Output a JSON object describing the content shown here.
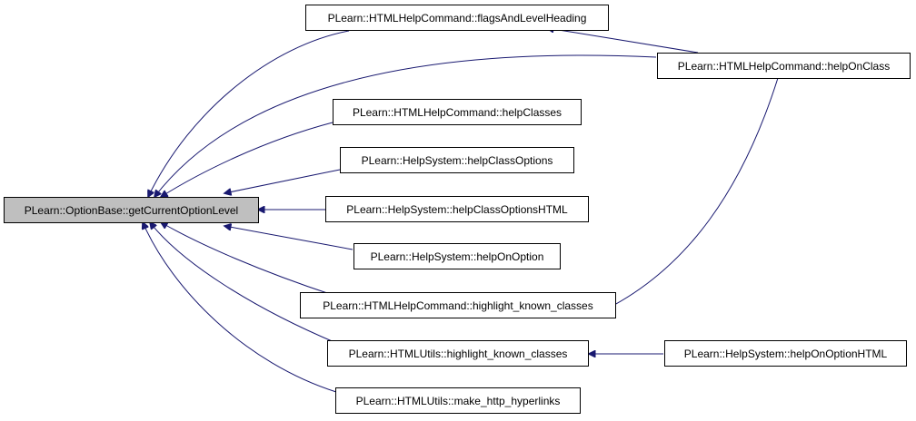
{
  "diagram": {
    "edge_color": "#191970",
    "root_fill": "#bfbfbf",
    "node_fill": "#ffffff",
    "nodes": {
      "root": "PLearn::OptionBase::getCurrentOptionLevel",
      "flags_and_level_heading": "PLearn::HTMLHelpCommand::flagsAndLevelHeading",
      "help_on_class": "PLearn::HTMLHelpCommand::helpOnClass",
      "help_classes": "PLearn::HTMLHelpCommand::helpClasses",
      "help_class_options": "PLearn::HelpSystem::helpClassOptions",
      "help_class_options_html": "PLearn::HelpSystem::helpClassOptionsHTML",
      "help_on_option": "PLearn::HelpSystem::helpOnOption",
      "hhc_highlight_known_classes": "PLearn::HTMLHelpCommand::highlight_known_classes",
      "utils_highlight_known_classes": "PLearn::HTMLUtils::highlight_known_classes",
      "help_on_option_html": "PLearn::HelpSystem::helpOnOptionHTML",
      "make_http_hyperlinks": "PLearn::HTMLUtils::make_http_hyperlinks"
    },
    "edges": [
      [
        "flags_and_level_heading",
        "root"
      ],
      [
        "help_on_class",
        "root"
      ],
      [
        "help_on_class",
        "flags_and_level_heading"
      ],
      [
        "help_classes",
        "root"
      ],
      [
        "help_class_options",
        "root"
      ],
      [
        "help_class_options_html",
        "root"
      ],
      [
        "help_on_option",
        "root"
      ],
      [
        "hhc_highlight_known_classes",
        "root"
      ],
      [
        "help_on_class",
        "hhc_highlight_known_classes"
      ],
      [
        "utils_highlight_known_classes",
        "root"
      ],
      [
        "help_on_option_html",
        "utils_highlight_known_classes"
      ],
      [
        "make_http_hyperlinks",
        "root"
      ]
    ]
  }
}
